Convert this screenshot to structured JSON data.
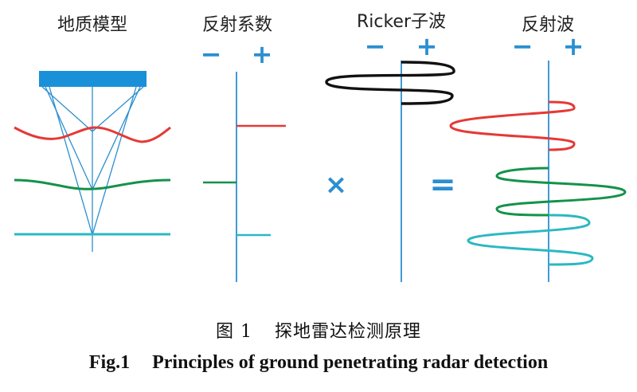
{
  "panels": {
    "model_title": "地质模型",
    "reflection_title": "反射系数",
    "ricker_title": "Ricker子波",
    "reflected_title": "反射波"
  },
  "signs": {
    "minus": "−",
    "plus": "+"
  },
  "operators": {
    "times": "×",
    "equals": "="
  },
  "caption": {
    "cn_label": "图 1",
    "cn_text": "探地雷达检测原理",
    "en_label": "Fig.1",
    "en_text": "Principles of ground penetrating radar detection"
  },
  "colors": {
    "axis_blue": "#2b8fcf",
    "sign_blue": "#2a8fd0",
    "layer_red": "#e53935",
    "layer_green": "#14924a",
    "layer_cyan": "#2bb8c2",
    "antenna": "#1a90d9",
    "wavelet": "#111111"
  }
}
